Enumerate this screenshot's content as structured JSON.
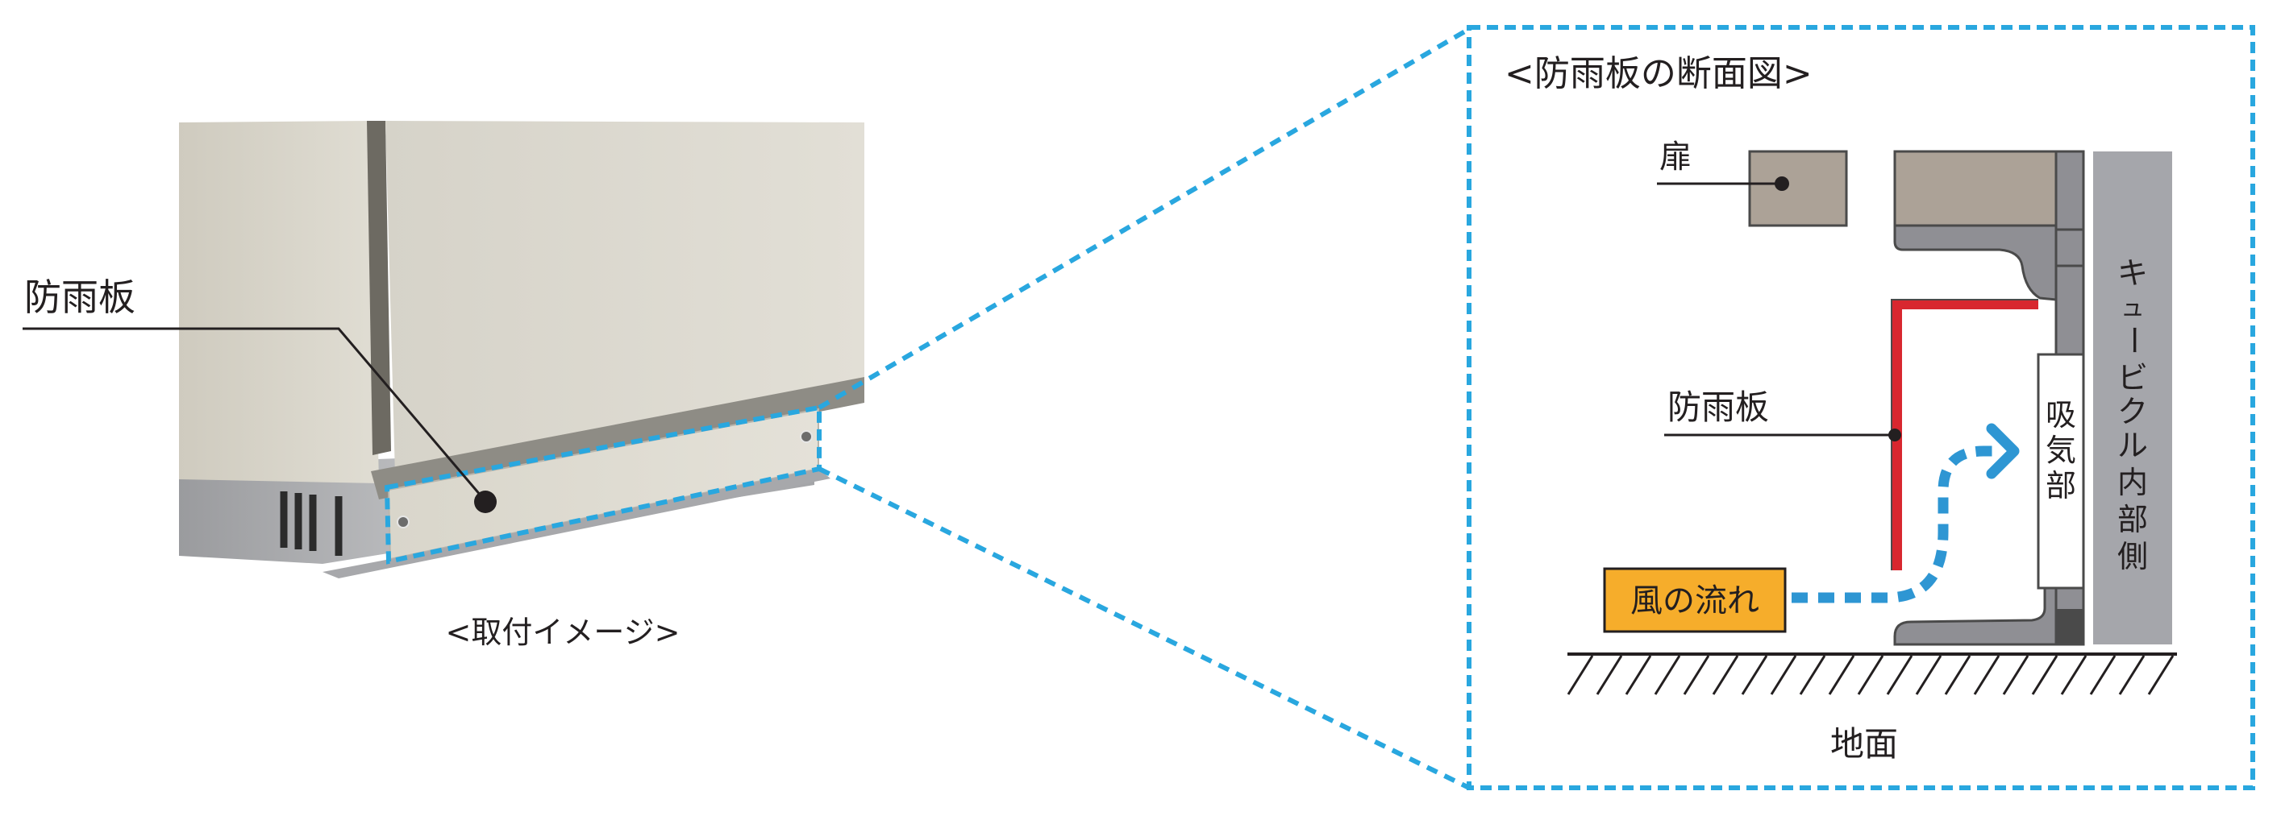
{
  "left": {
    "label_rain_plate": "防雨板",
    "caption": "<取付イメージ>"
  },
  "right": {
    "title": "<防雨板の断面図>",
    "label_door": "扉",
    "label_rain_plate": "防雨板",
    "label_intake": [
      "吸",
      "気",
      "部"
    ],
    "label_inside": [
      "キ",
      "ュ",
      "ー",
      "ビ",
      "ク",
      "ル",
      "内",
      "部",
      "側"
    ],
    "label_airflow": "風の流れ",
    "label_ground": "地面"
  },
  "colors": {
    "highlight_dashed": "#29a7df",
    "airflow_arrow": "#2e96d3",
    "rain_plate_red": "#d8272f",
    "airflow_label_bg": "#f6ad2b",
    "door_fill": "#aca297",
    "frame_gray": "#8f8f94",
    "cabinet_wall": "#a5a6ab",
    "cabinet_beige": "#dcd9cf"
  }
}
